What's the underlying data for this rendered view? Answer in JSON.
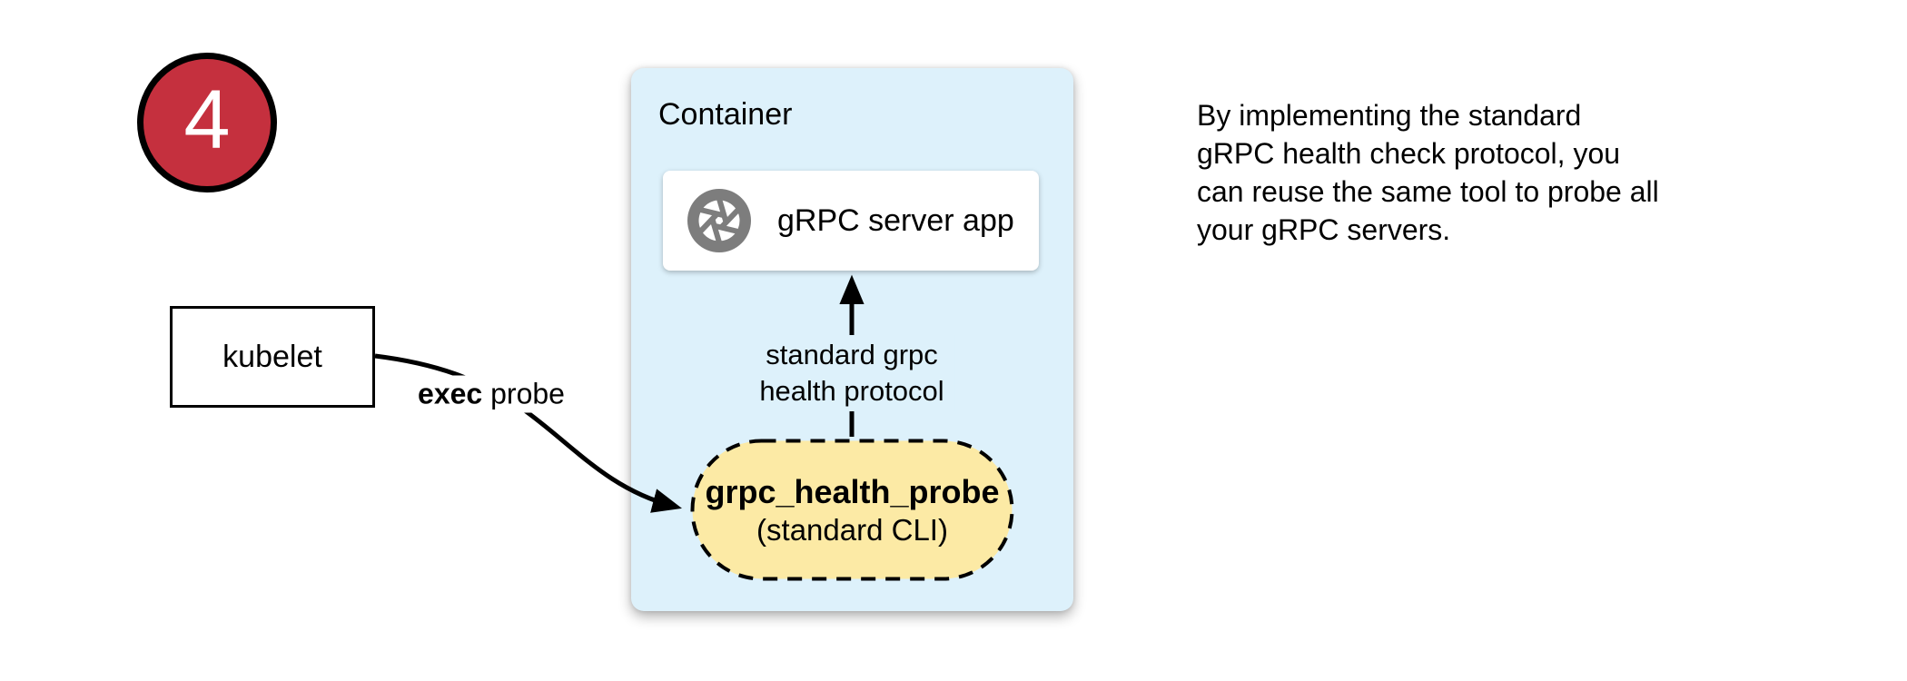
{
  "colors": {
    "badge-fill": "#C5303E",
    "container-fill": "#DDF1FB",
    "probe-fill": "#FCEAA5",
    "icon-gray": "#7D7D7D",
    "ink": "#000000"
  },
  "step_badge": {
    "number": "4"
  },
  "kubelet": {
    "label": "kubelet"
  },
  "arrows": {
    "exec_probe": {
      "bold": "exec",
      "rest": " probe"
    },
    "health_protocol_label": "standard grpc\nhealth protocol"
  },
  "container": {
    "title": "Container",
    "grpc_server": {
      "label": "gRPC server app",
      "icon": "grpc-logo-aperture"
    },
    "probe_node": {
      "title": "grpc_health_probe",
      "subtitle": "(standard CLI)"
    }
  },
  "note": "By implementing the standard\ngRPC health check protocol, you\ncan reuse the same tool to probe all\nyour gRPC servers."
}
